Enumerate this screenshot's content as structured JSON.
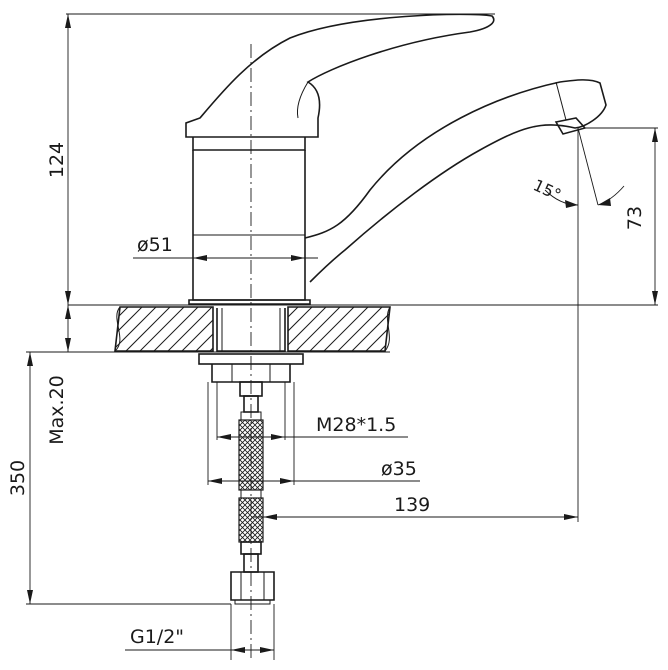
{
  "dimensions": {
    "height_total": "124",
    "body_diameter": "ø51",
    "spout_height": "73",
    "spout_angle": "15°",
    "max_thickness": "Max.20",
    "hose_length": "350",
    "thread": "M28*1.5",
    "nut_diameter": "ø35",
    "spout_reach": "139",
    "connection": "G1/2\""
  }
}
